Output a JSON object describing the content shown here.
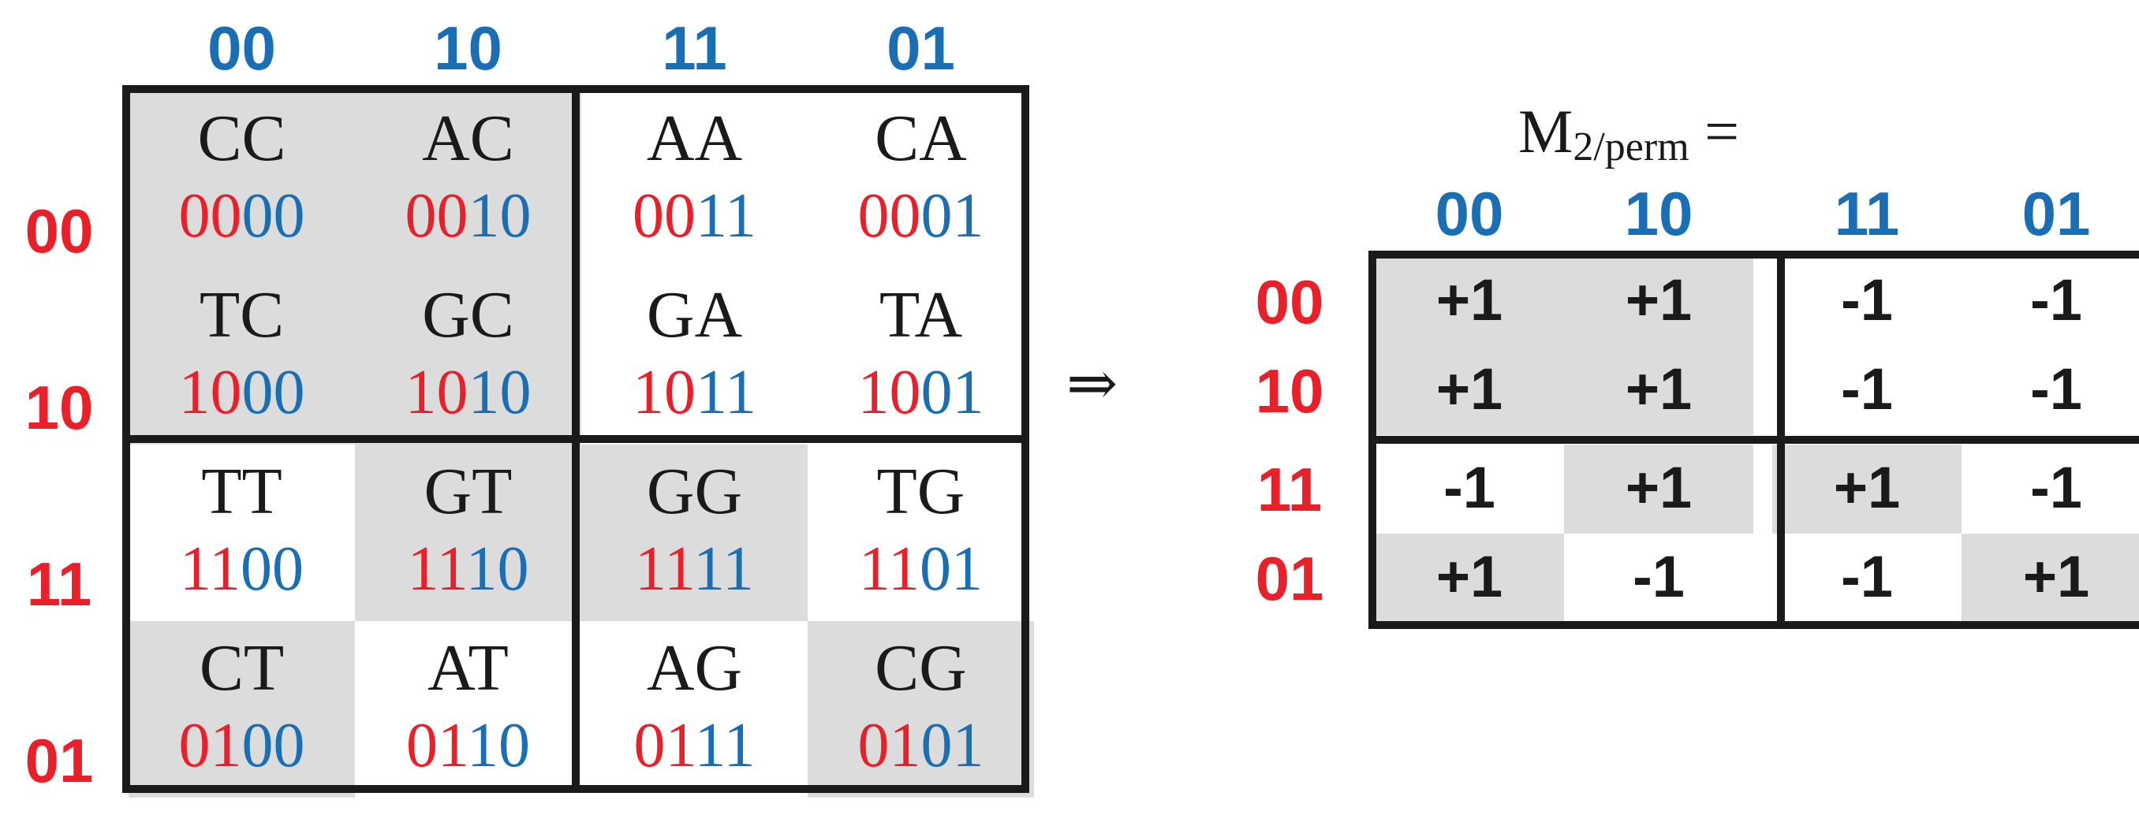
{
  "left": {
    "col_labels": [
      "00",
      "10",
      "11",
      "01"
    ],
    "row_labels": [
      "00",
      "10",
      "11",
      "01"
    ],
    "cells": [
      {
        "nuc": "CC",
        "red": "00",
        "blue": "00",
        "shaded": true
      },
      {
        "nuc": "AC",
        "red": "00",
        "blue": "10",
        "shaded": true
      },
      {
        "nuc": "AA",
        "red": "00",
        "blue": "11",
        "shaded": false
      },
      {
        "nuc": "CA",
        "red": "00",
        "blue": "01",
        "shaded": false
      },
      {
        "nuc": "TC",
        "red": "10",
        "blue": "00",
        "shaded": true
      },
      {
        "nuc": "GC",
        "red": "10",
        "blue": "10",
        "shaded": true
      },
      {
        "nuc": "GA",
        "red": "10",
        "blue": "11",
        "shaded": false
      },
      {
        "nuc": "TA",
        "red": "10",
        "blue": "01",
        "shaded": false
      },
      {
        "nuc": "TT",
        "red": "11",
        "blue": "00",
        "shaded": false
      },
      {
        "nuc": "GT",
        "red": "11",
        "blue": "10",
        "shaded": true
      },
      {
        "nuc": "GG",
        "red": "11",
        "blue": "11",
        "shaded": true
      },
      {
        "nuc": "TG",
        "red": "11",
        "blue": "01",
        "shaded": false
      },
      {
        "nuc": "CT",
        "red": "01",
        "blue": "00",
        "shaded": true
      },
      {
        "nuc": "AT",
        "red": "01",
        "blue": "10",
        "shaded": false
      },
      {
        "nuc": "AG",
        "red": "01",
        "blue": "11",
        "shaded": false
      },
      {
        "nuc": "CG",
        "red": "01",
        "blue": "01",
        "shaded": true
      }
    ]
  },
  "arrow": "⇒",
  "right": {
    "title_main": "M",
    "title_sub": "2/perm",
    "title_eq": " =",
    "col_labels": [
      "00",
      "10",
      "11",
      "01"
    ],
    "row_labels": [
      "00",
      "10",
      "11",
      "01"
    ],
    "values": [
      [
        "+1",
        "+1",
        "-1",
        "-1"
      ],
      [
        "+1",
        "+1",
        "-1",
        "-1"
      ],
      [
        "-1",
        "+1",
        "+1",
        "-1"
      ],
      [
        "+1",
        "-1",
        "-1",
        "+1"
      ]
    ]
  },
  "colors": {
    "red": "#e8202a",
    "blue": "#1a6eb4",
    "shade": "#dcdcdc",
    "frame": "#1a1a1a"
  }
}
